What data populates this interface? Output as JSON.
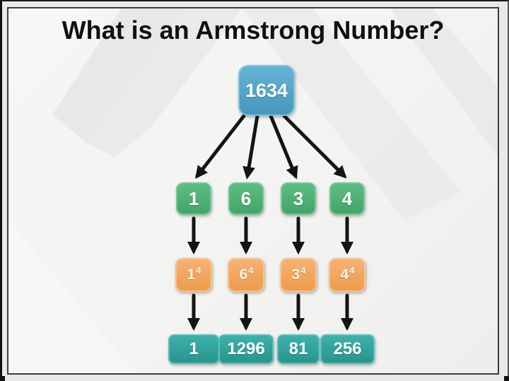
{
  "title": "What is an Armstrong Number?",
  "diagram": {
    "number": "1634",
    "digits": [
      "1",
      "6",
      "3",
      "4"
    ],
    "powers": [
      {
        "base": "1",
        "exponent": "4"
      },
      {
        "base": "6",
        "exponent": "4"
      },
      {
        "base": "3",
        "exponent": "4"
      },
      {
        "base": "4",
        "exponent": "4"
      }
    ],
    "results": [
      "1",
      "1296",
      "81",
      "256"
    ]
  },
  "colors": {
    "number_box": "#4da2c6",
    "digit_box": "#4fb377",
    "power_box": "#f2a75f",
    "result_box": "#2fa7a0",
    "arrow": "#141414",
    "title_text": "#111111",
    "slide_background": "#f3f3f1",
    "frame_border": "#3c3c3c"
  }
}
